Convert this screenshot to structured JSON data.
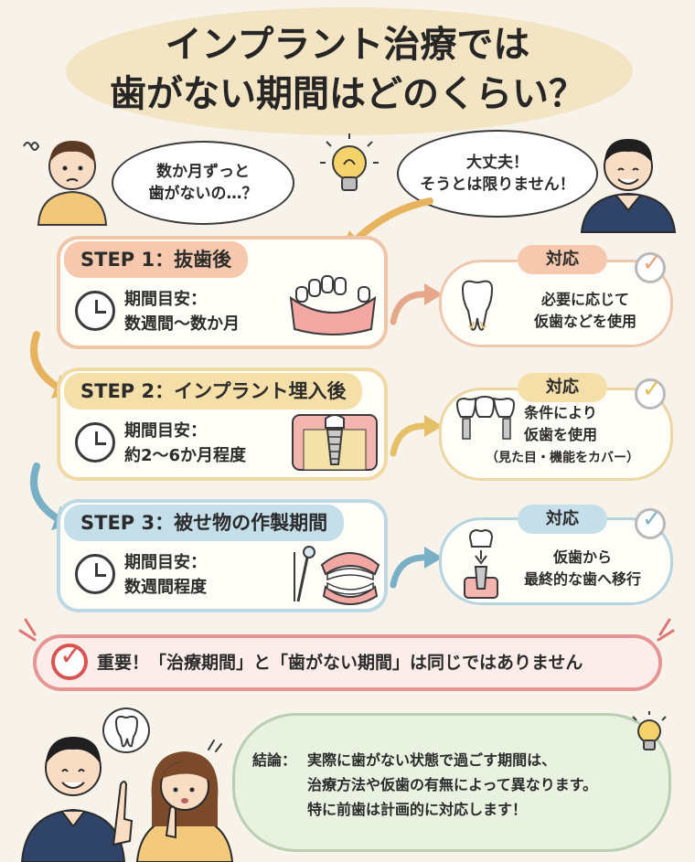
{
  "title": {
    "line1": "インプラント治療では",
    "line2": "歯がない期間はどのくらい？"
  },
  "bubbles": {
    "patient_line1": "数か月ずっと",
    "patient_line2": "歯がないの…？",
    "doctor_line1": "大丈夫！",
    "doctor_line2": "そうとは限りません！"
  },
  "steps": [
    {
      "label": "STEP 1：抜歯後",
      "period_label": "期間目安：",
      "period_value": "数週間〜数か月",
      "response_badge": "対応",
      "response_line1": "必要に応じて",
      "response_line2": "仮歯などを使用",
      "accent": "#f6c9ae"
    },
    {
      "label": "STEP 2：インプラント埋入後",
      "period_label": "期間目安：",
      "period_value": "約2〜6か月程度",
      "response_badge": "対応",
      "response_line1": "条件により",
      "response_line2": "仮歯を使用",
      "response_note": "（見た目・機能をカバー）",
      "accent": "#f5dfa9"
    },
    {
      "label": "STEP 3：被せ物の作製期間",
      "period_label": "期間目安：",
      "period_value": "数週間程度",
      "response_badge": "対応",
      "response_line1": "仮歯から",
      "response_line2": "最終的な歯へ移行",
      "accent": "#c5dfea"
    }
  ],
  "important": "重要！「治療期間」と「歯がない期間」は同じではありません",
  "conclusion": {
    "label": "結論：",
    "line1": "実際に歯がない状態で過ごす期間は、",
    "line2": "治療方法や仮歯の有無によって異なります。",
    "line3": "特に前歯は計画的に対応します！"
  },
  "icons": [
    "clock-icon",
    "check-icon",
    "lightbulb-icon",
    "tooth-icon",
    "dental-mirror-icon"
  ]
}
